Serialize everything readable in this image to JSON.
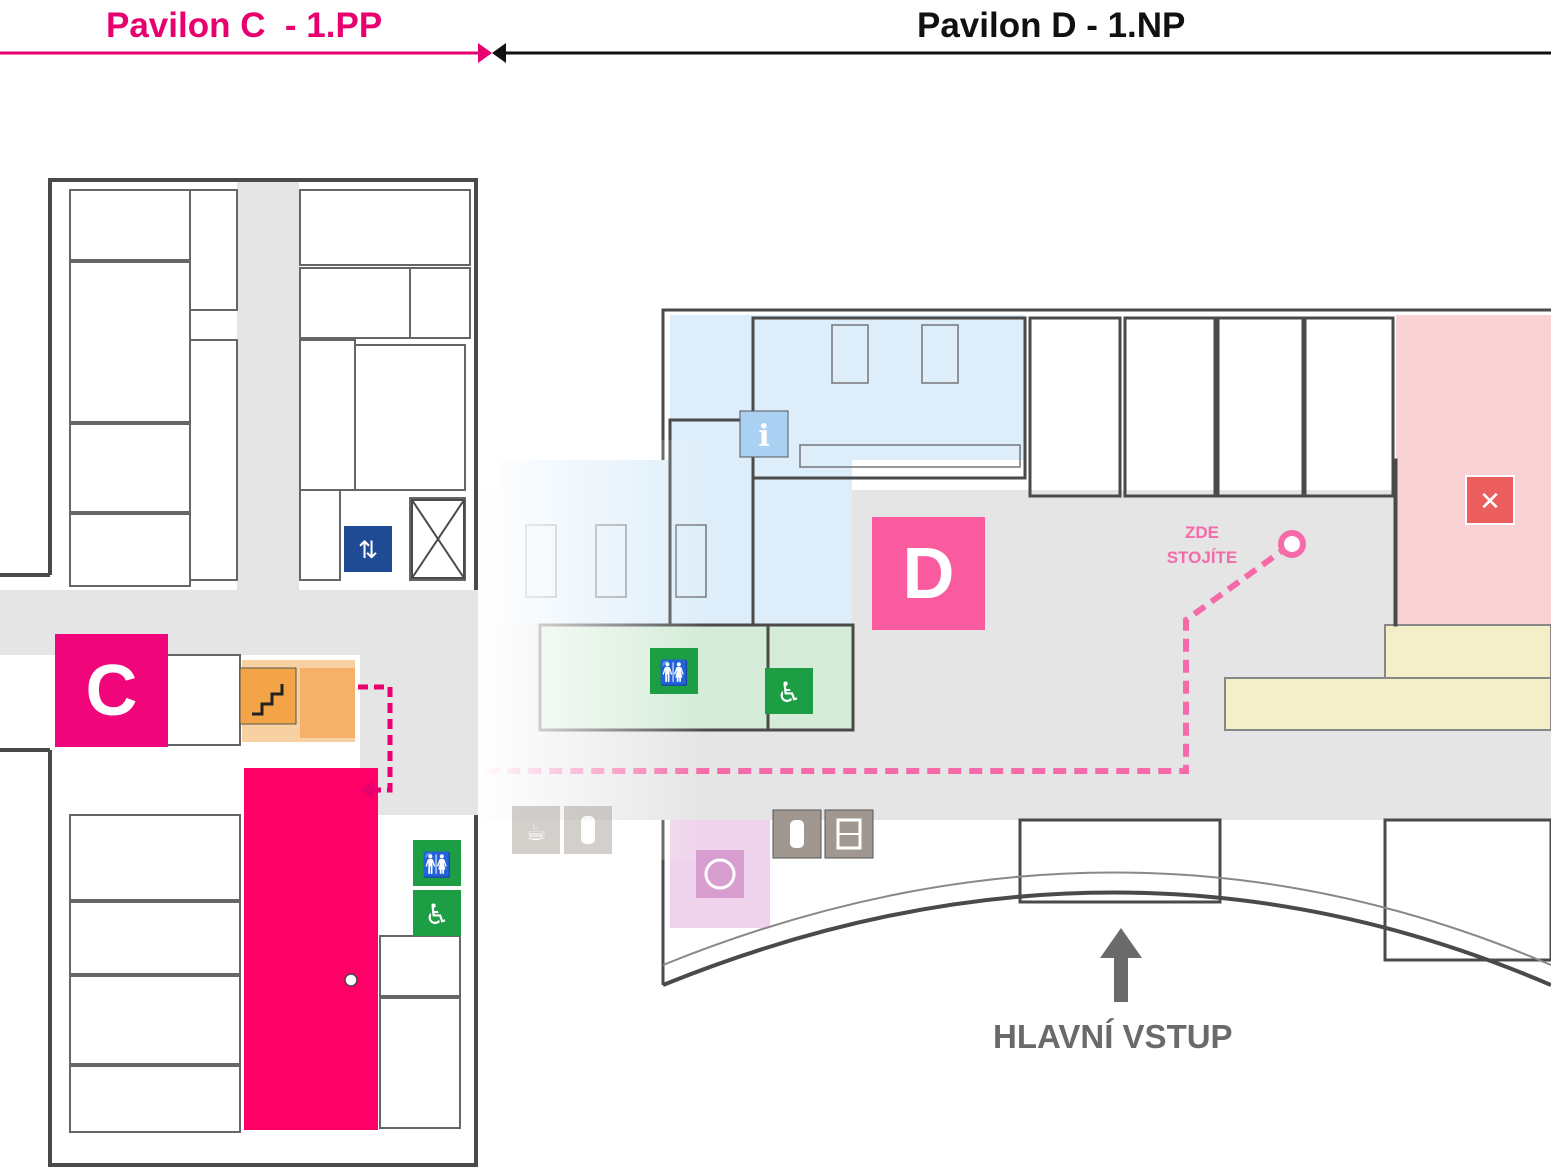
{
  "header": {
    "pavilion_c_label": "Pavilon C  - 1.PP",
    "pavilion_d_label": "Pavilon D - 1.NP"
  },
  "badges": {
    "pavilion_c": "C",
    "pavilion_d": "D"
  },
  "you_are_here": {
    "line1": "ZDE",
    "line2": "STOJÍTE"
  },
  "main_entrance": "HLAVNÍ VSTUP",
  "icons": {
    "elevator": "elevator-icon",
    "stairs": "stairs-icon",
    "information": "info-icon",
    "restroom": "restroom-icon",
    "accessible": "wheelchair-icon",
    "restaurant": "restaurant-icon",
    "cafe": "cafe-icon",
    "baby_bottle": "baby-bottle-icon",
    "chocolate": "chocolate-vending-icon",
    "baby_care": "baby-care-icon"
  },
  "colors": {
    "pavilion_c_accent": "#e8006f",
    "pavilion_d_accent": "#fa5a9e",
    "route": "#f56aa8",
    "route_c": "#e8006f",
    "highlight_room": "#ff0066",
    "corridor": "#e5e5e6",
    "zone_blue": "#ddeefa",
    "zone_green": "#d4ecd8",
    "zone_pink": "#f9d3d3",
    "zone_yellow": "#f4efc8",
    "zone_lilac": "#efd2eb",
    "stairs": "#f2a447",
    "elevator": "#1f4a94",
    "restroom_icon": "#1d9e44",
    "wall": "#4a4a4a"
  }
}
